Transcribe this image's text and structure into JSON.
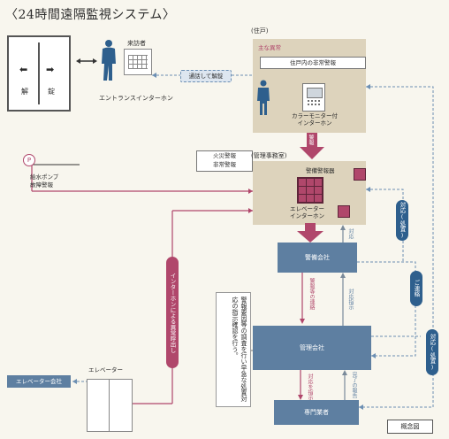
{
  "title": "〈24時間遠隔監視システム〉",
  "door": {
    "left_label": "解",
    "right_label": "錠"
  },
  "visitor_label": "来訪者",
  "entrance_intercom_label": "エントランスインターホン",
  "call_unlock_label": "通話して解錠",
  "dwelling_label": "(住戸)",
  "main_abnormality_label": "主な異常",
  "dwelling_alarm_label": "住戸内の非常警報",
  "color_monitor_label_1": "カラーモニター付",
  "color_monitor_label_2": "インターホン",
  "alarm_label": "警報",
  "fire_alarm_label_1": "火災警報",
  "fire_alarm_label_2": "非常警報",
  "office_label": "(管理事務室)",
  "security_alarm_label": "警備警報器",
  "elevator_intercom_label_1": "エレベーター",
  "elevator_intercom_label_2": "インターホン",
  "pump_label_1": "給水ポンプ",
  "pump_label_2": "故障警報",
  "pump_icon": "P",
  "intercom_call_label": "インターホンによる異常呼出し",
  "security_company_label": "警備会社",
  "response_label": "対応",
  "alarm_contact_label": "警報等の連絡",
  "response_instruction_label": "対応指示",
  "management_company_label": "管理会社",
  "response_instruction_label_2": "対応を指示",
  "completion_report_label": "完了の報告",
  "specialist_label": "専門業者",
  "elevator_label": "エレベーター",
  "elevator_company_label": "エレベーター会社",
  "response_handling_label_1": "対応(処置)",
  "contact_label": "ご連絡",
  "response_handling_label_2": "対応(処置)",
  "note_text": "警報要因等の調査を行い早急な処置対応の指示確認を行う。",
  "concept_label": "概念図",
  "colors": {
    "background": "#f8f6ee",
    "tan": "#ddd3bc",
    "blue": "#5e7fa1",
    "dark_blue": "#2e5f8d",
    "crimson": "#b0476b"
  }
}
